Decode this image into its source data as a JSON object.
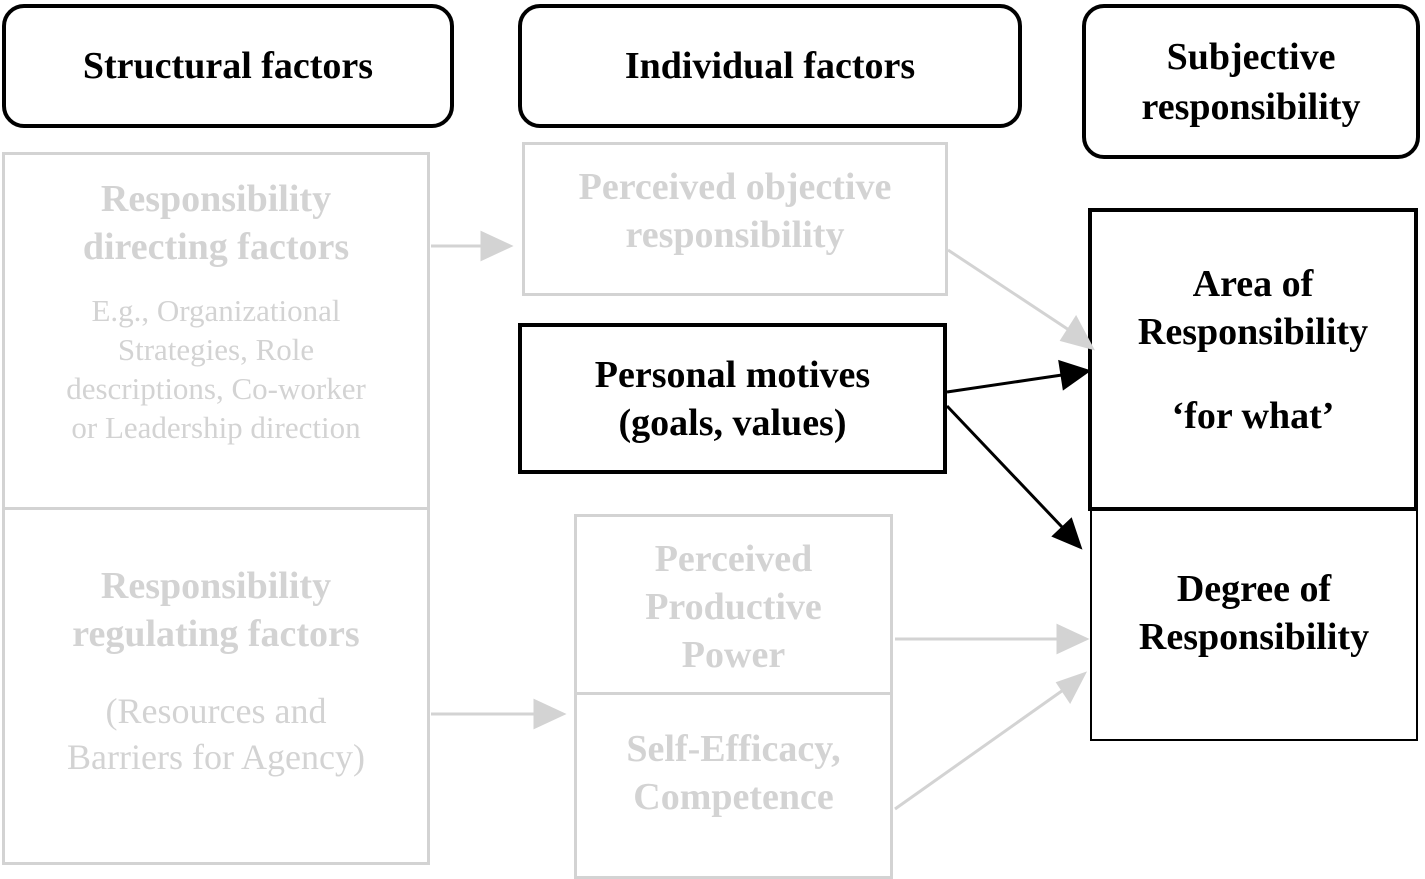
{
  "headers": {
    "structural": "Structural factors",
    "individual": "Individual factors",
    "subjective_line1": "Subjective",
    "subjective_line2": "responsibility"
  },
  "structural": {
    "directing": {
      "title_line1": "Responsibility",
      "title_line2": "directing factors",
      "desc_line1": "E.g., Organizational",
      "desc_line2": "Strategies, Role",
      "desc_line3": "descriptions, Co-worker",
      "desc_line4": "or Leadership direction"
    },
    "regulating": {
      "title_line1": "Responsibility",
      "title_line2": "regulating factors",
      "desc_line1": "(Resources and",
      "desc_line2": "Barriers for Agency)"
    }
  },
  "individual": {
    "perceived_objective": {
      "line1": "Perceived objective",
      "line2": "responsibility"
    },
    "personal_motives": {
      "line1": "Personal motives",
      "line2": "(goals, values)"
    },
    "productive_power": {
      "line1": "Perceived",
      "line2": "Productive",
      "line3": "Power"
    },
    "self_efficacy": {
      "line1": "Self-Efficacy,",
      "line2": "Competence"
    }
  },
  "subjective": {
    "area": {
      "line1": "Area of",
      "line2": "Responsibility",
      "line3": "‘for what’"
    },
    "degree": {
      "line1": "Degree of",
      "line2": "Responsibility"
    }
  },
  "colors": {
    "active": "#000000",
    "faded": "#d3d3d3"
  }
}
